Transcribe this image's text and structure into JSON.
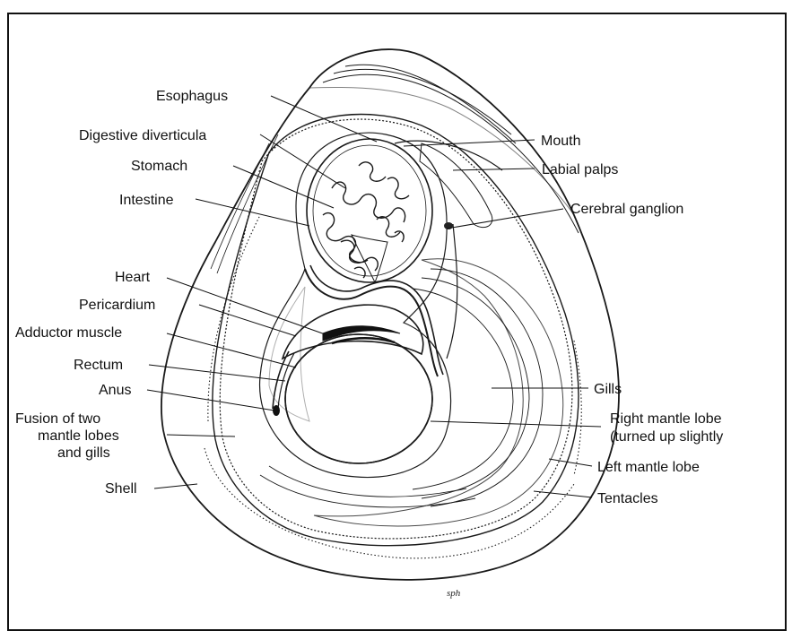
{
  "caption_fragment": "",
  "labels": {
    "esophagus": "Esophagus",
    "digestive_diverticula": "Digestive diverticula",
    "stomach": "Stomach",
    "intestine": "Intestine",
    "heart": "Heart",
    "pericardium": "Pericardium",
    "adductor_muscle": "Adductor muscle",
    "rectum": "Rectum",
    "anus": "Anus",
    "fusion_line1": "Fusion of two",
    "fusion_line2": "mantle lobes",
    "fusion_line3": "and gills",
    "shell": "Shell",
    "mouth": "Mouth",
    "labial_palps": "Labial palps",
    "cerebral_ganglion": "Cerebral ganglion",
    "gills": "Gills",
    "right_mantle_line1": "Right mantle lobe",
    "right_mantle_line2": "(turned up slightly",
    "left_mantle_lobe": "Left mantle lobe",
    "tentacles": "Tentacles"
  },
  "signature": "sph"
}
